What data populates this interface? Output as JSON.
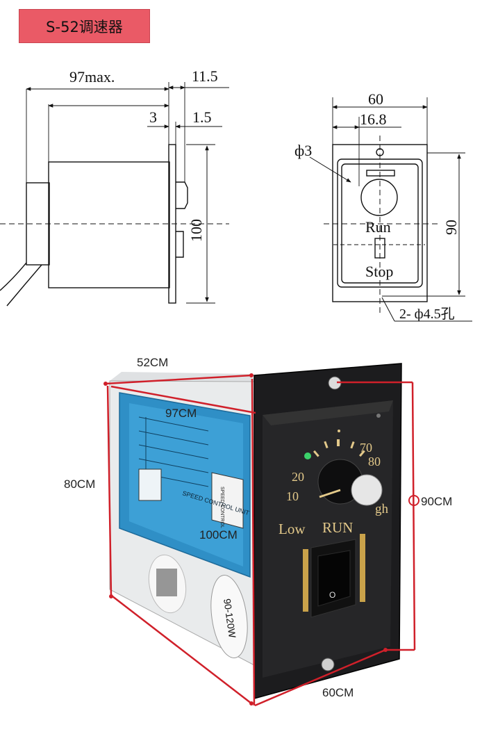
{
  "title": "S-52调速器",
  "side_view": {
    "overall_length": "97max.",
    "flange_thickness": "11.5",
    "plate_offset": "3",
    "plate_gap": "1.5",
    "height": "100"
  },
  "front_view": {
    "width": "60",
    "hole_offset": "16.8",
    "hole_dia": "ф3",
    "height": "90",
    "run_label": "Run",
    "stop_label": "Stop",
    "mount_holes": "2- ф4.5孔"
  },
  "photo": {
    "dim_width": "52CM",
    "dim_length": "97CM",
    "dim_height": "80CM",
    "dim_depth": "100CM",
    "dim_panel_height": "90CM",
    "dim_panel_width": "60CM",
    "panel": {
      "low": "Low",
      "run": "RUN",
      "high": "gh",
      "scale": [
        "10",
        "20",
        "70",
        "80"
      ],
      "switch_mark": "O"
    },
    "label_plate": {
      "heading": "SPEED CONTROL UNIT",
      "model": "SPEED CONTROL",
      "voltage": "90-120W"
    }
  },
  "colors": {
    "title_bg": "#ea5a66",
    "dimension_red": "#d0202a",
    "panel_black": "#1c1c1e",
    "label_blue": "#2f8fc6",
    "accent_gold": "#c9a24a"
  }
}
